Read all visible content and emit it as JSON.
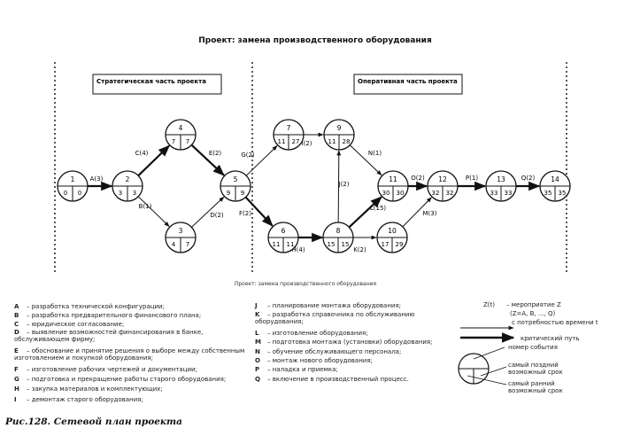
{
  "diagram": {
    "title": "Проект: замена производственного оборудования",
    "sections": {
      "strategic": "Стратегическая часть проекта",
      "operational": "Оперативная часть проекта"
    },
    "subtitle": "Проект: замена производственного оборудования",
    "events": [
      {
        "id": "1",
        "early": "0",
        "late": "0"
      },
      {
        "id": "2",
        "early": "3",
        "late": "3"
      },
      {
        "id": "3",
        "early": "4",
        "late": "7"
      },
      {
        "id": "4",
        "early": "7",
        "late": "7"
      },
      {
        "id": "5",
        "early": "9",
        "late": "9"
      },
      {
        "id": "6",
        "early": "11",
        "late": "11"
      },
      {
        "id": "7",
        "early": "11",
        "late": "27"
      },
      {
        "id": "8",
        "early": "15",
        "late": "15"
      },
      {
        "id": "9",
        "early": "11",
        "late": "28"
      },
      {
        "id": "10",
        "early": "17",
        "late": "29"
      },
      {
        "id": "11",
        "early": "30",
        "late": "30"
      },
      {
        "id": "12",
        "early": "32",
        "late": "32"
      },
      {
        "id": "13",
        "early": "33",
        "late": "33"
      },
      {
        "id": "14",
        "early": "35",
        "late": "35"
      }
    ],
    "activities": [
      "A(3)",
      "C(4)",
      "B(1)",
      "E(2)",
      "D(2)",
      "G(2)",
      "F(2)",
      "I(2)",
      "H(4)",
      "J(2)",
      "K(2)",
      "N(1)",
      "L(15)",
      "M(3)",
      "O(2)",
      "P(1)",
      "Q(2)"
    ]
  },
  "legend": [
    {
      "key": "A",
      "text": "– разработка технической конфигурации;"
    },
    {
      "key": "B",
      "text": "– разработка предварительного финансового плана;"
    },
    {
      "key": "C",
      "text": "– юридическое согласование;"
    },
    {
      "key": "D",
      "text": "– выявление возможностей финансирования в банке, обслуживающем фирму;"
    },
    {
      "key": "E",
      "text": "– обоснование и принятие решения о выборе между собственным изготовлением и покупкой оборудования;"
    },
    {
      "key": "F",
      "text": "– изготовление рабочих чертежей и документации;"
    },
    {
      "key": "G",
      "text": "– подготовка и прекращение работы старого оборудования;"
    },
    {
      "key": "H",
      "text": "– закупка материалов и комплектующих;"
    },
    {
      "key": "I",
      "text": "– демонтаж старого оборудования;"
    },
    {
      "key": "J",
      "text": "– планирование монтажа оборудования;"
    },
    {
      "key": "K",
      "text": "– разработка справочника по обслуживанию оборудования;"
    },
    {
      "key": "L",
      "text": "– изготовление оборудования;"
    },
    {
      "key": "M",
      "text": "– подготовка монтажа (установки) оборудования;"
    },
    {
      "key": "N",
      "text": "– обучение обслуживающего персонала;"
    },
    {
      "key": "O",
      "text": "– монтаж нового оборудования;"
    },
    {
      "key": "P",
      "text": "– наладка и приемка;"
    },
    {
      "key": "Q",
      "text": "– включение в производственный процесс."
    }
  ],
  "key": {
    "activity_symbol": "Z(t)",
    "activity_label": "– мероприятие Z",
    "activity_range": "(Z=A, B, ..., Q)",
    "activity_duration": "с потребностью времени t",
    "critical_path": "критический путь",
    "event_number": "номер события",
    "late_time": "самый поздний возможный срок",
    "early_time": "самый ранний возможный срок"
  },
  "caption": "Рис.128. Сетевой план проекта"
}
